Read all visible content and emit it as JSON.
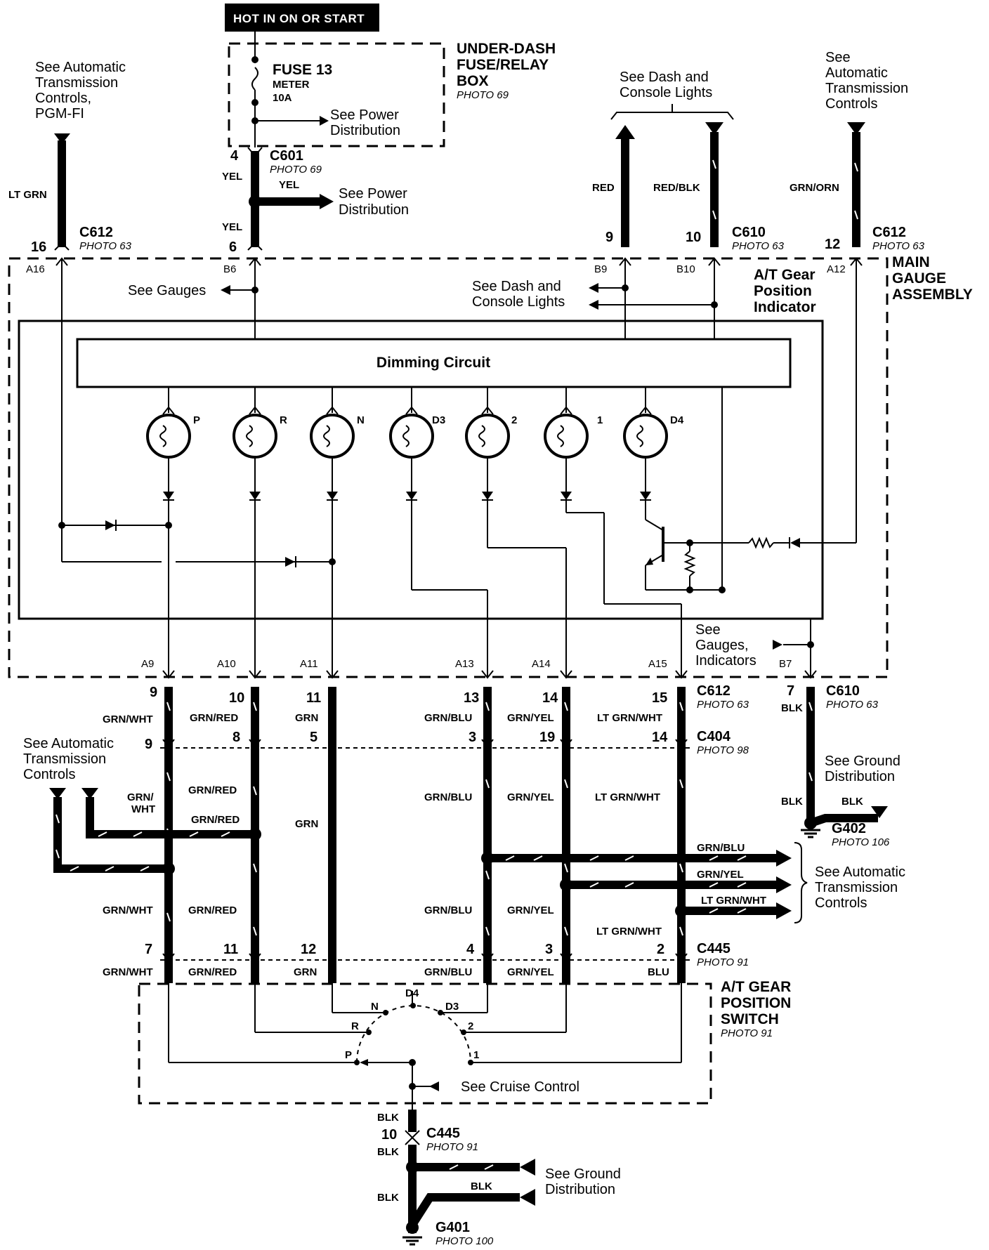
{
  "top": {
    "hot_label": "HOT IN ON OR START",
    "fuse_name": "FUSE 13",
    "fuse_circuit": "METER",
    "fuse_rating": "10A",
    "fuse_box_title": [
      "UNDER-DASH",
      "FUSE/RELAY",
      "BOX"
    ],
    "fuse_box_photo": "PHOTO 69",
    "power_dist_ref": [
      "See Power",
      "Distribution"
    ]
  },
  "refs": {
    "atc_pgmfi": [
      "See Automatic",
      "Transmission",
      "Controls,",
      "PGM-FI"
    ],
    "dash_console_top": [
      "See Dash and",
      "Console Lights"
    ],
    "atc_top_right": [
      "See",
      "Automatic",
      "Transmission",
      "Controls"
    ],
    "gauges": "See Gauges",
    "dash_console_mid": [
      "See Dash and",
      "Console Lights"
    ],
    "gauges_indicators": [
      "See",
      "Gauges,",
      "Indicators"
    ],
    "atc_left": [
      "See Automatic",
      "Transmission",
      "Controls"
    ],
    "ground_right": [
      "See Ground",
      "Distribution"
    ],
    "atc_right": [
      "See Automatic",
      "Transmission",
      "Controls"
    ],
    "cruise": "See Cruise Control",
    "ground_bottom": [
      "See Ground",
      "Distribution"
    ]
  },
  "connectors": {
    "c601": {
      "name": "C601",
      "photo": "PHOTO 69",
      "pin": "4"
    },
    "c612_left": {
      "name": "C612",
      "photo": "PHOTO 63",
      "pin": "16"
    },
    "c612_top": {
      "pin": "6"
    },
    "c610_top": {
      "name": "C610",
      "photo": "PHOTO 63",
      "pin_a": "9",
      "pin_b": "10"
    },
    "c612_right": {
      "name": "C612",
      "photo": "PHOTO 63",
      "pin": "12"
    },
    "c612_bottom": {
      "name": "C612",
      "photo": "PHOTO 63",
      "pins": [
        "9",
        "10",
        "11",
        "13",
        "14",
        "15"
      ]
    },
    "c610_bottom": {
      "name": "C610",
      "photo": "PHOTO 63",
      "pin": "7"
    },
    "c404": {
      "name": "C404",
      "photo": "PHOTO 98",
      "pins": [
        "9",
        "8",
        "5",
        "3",
        "19",
        "14"
      ]
    },
    "c445_mid": {
      "name": "C445",
      "photo": "PHOTO 91",
      "pins": [
        "7",
        "11",
        "12",
        "4",
        "3",
        "2"
      ]
    },
    "c445_low": {
      "name": "C445",
      "photo": "PHOTO 91",
      "pin": "10"
    },
    "g402": {
      "name": "G402",
      "photo": "PHOTO 106"
    },
    "g401": {
      "name": "G401",
      "photo": "PHOTO 100"
    }
  },
  "wires": {
    "yel_1": "YEL",
    "yel_2": "YEL",
    "yel_3": "YEL",
    "lt_grn": "LT GRN",
    "red": "RED",
    "red_blk": "RED/BLK",
    "grn_orn": "GRN/ORN",
    "blk_c610": "BLK",
    "blk_g402_a": "BLK",
    "blk_g402_b": "BLK",
    "upper": [
      "GRN/WHT",
      "GRN/RED",
      "GRN",
      "GRN/BLU",
      "GRN/YEL",
      "LT GRN/WHT"
    ],
    "mid_left_grnwht": [
      "GRN/",
      "WHT"
    ],
    "mid": [
      "GRN/RED",
      "GRN/RED",
      "GRN",
      "GRN/BLU",
      "GRN/YEL",
      "LT GRN/WHT"
    ],
    "branch_right": [
      "GRN/BLU",
      "GRN/YEL",
      "LT GRN/WHT"
    ],
    "lower": [
      "GRN/WHT",
      "GRN/RED",
      "GRN/BLU",
      "GRN/YEL",
      "LT GRN/WHT"
    ],
    "switch_side": [
      "GRN/WHT",
      "GRN/RED",
      "GRN",
      "GRN/BLU",
      "GRN/YEL",
      "BLU"
    ],
    "blk_low": [
      "BLK",
      "BLK",
      "BLK",
      "BLK"
    ]
  },
  "gauge": {
    "title": [
      "MAIN",
      "GAUGE",
      "ASSEMBLY"
    ],
    "indicator_title": [
      "A/T Gear",
      "Position",
      "Indicator"
    ],
    "dimming": "Dimming Circuit",
    "cavities_top": [
      "A16",
      "B6",
      "B9",
      "B10",
      "A12"
    ],
    "cavities_bottom": [
      "A9",
      "A10",
      "A11",
      "A13",
      "A14",
      "A15",
      "B7"
    ],
    "bulbs": [
      "P",
      "R",
      "N",
      "D3",
      "2",
      "1",
      "D4"
    ]
  },
  "switch": {
    "title": [
      "A/T GEAR",
      "POSITION",
      "SWITCH"
    ],
    "photo": "PHOTO 91",
    "positions": [
      "P",
      "R",
      "N",
      "D4",
      "D3",
      "2",
      "1"
    ]
  }
}
